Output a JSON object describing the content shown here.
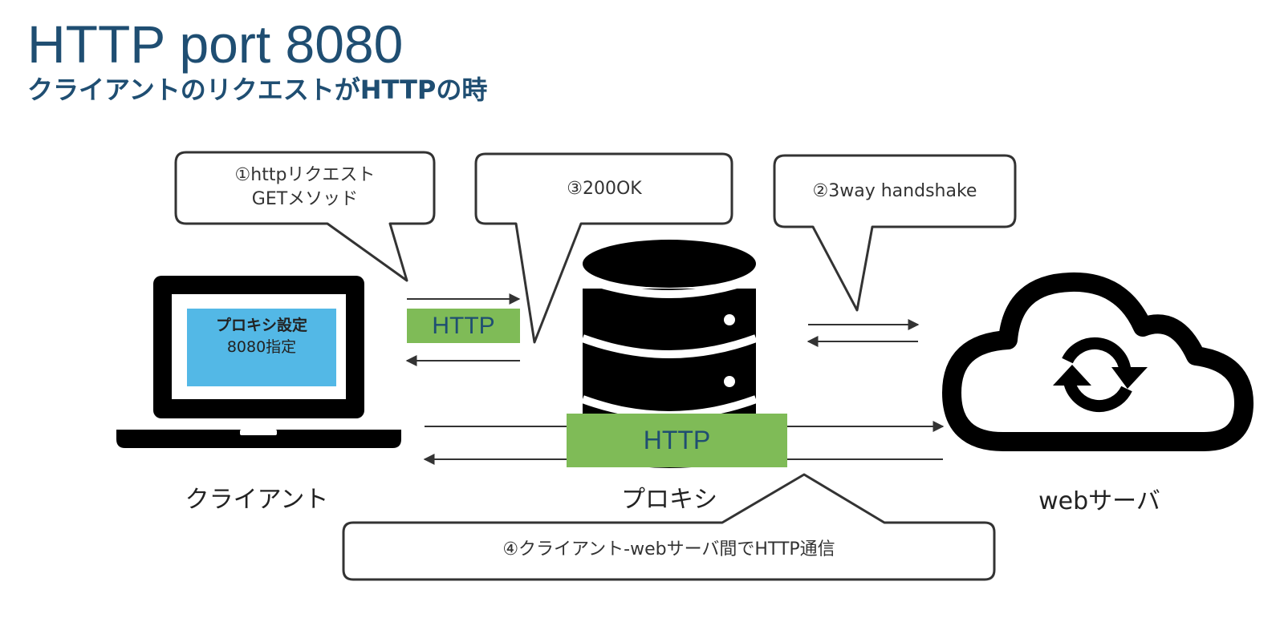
{
  "header": {
    "title": "HTTP port 8080",
    "subtitle": "クライアントのリクエストがHTTPの時"
  },
  "colors": {
    "title": "#1f4e72",
    "http_badge_bg": "#7fbb57",
    "screen_bg": "#53b8e6"
  },
  "callouts": {
    "step1": {
      "line1": "①httpリクエスト",
      "line2": "GETメソッド"
    },
    "step2": {
      "text": "②3way handshake"
    },
    "step3": {
      "text": "③200OK"
    },
    "step4": {
      "text": "④クライアント-webサーバ間でHTTP通信"
    }
  },
  "nodes": {
    "client": {
      "label": "クライアント",
      "screen_line1": "プロキシ設定",
      "screen_line2": "8080指定",
      "icon": "laptop-icon"
    },
    "proxy": {
      "label": "プロキシ",
      "icon": "database-server-icon"
    },
    "webserver": {
      "label": "webサーバ",
      "icon": "cloud-sync-icon"
    }
  },
  "links": {
    "client_proxy": {
      "protocol": "HTTP"
    },
    "client_webserver": {
      "protocol": "HTTP"
    }
  }
}
